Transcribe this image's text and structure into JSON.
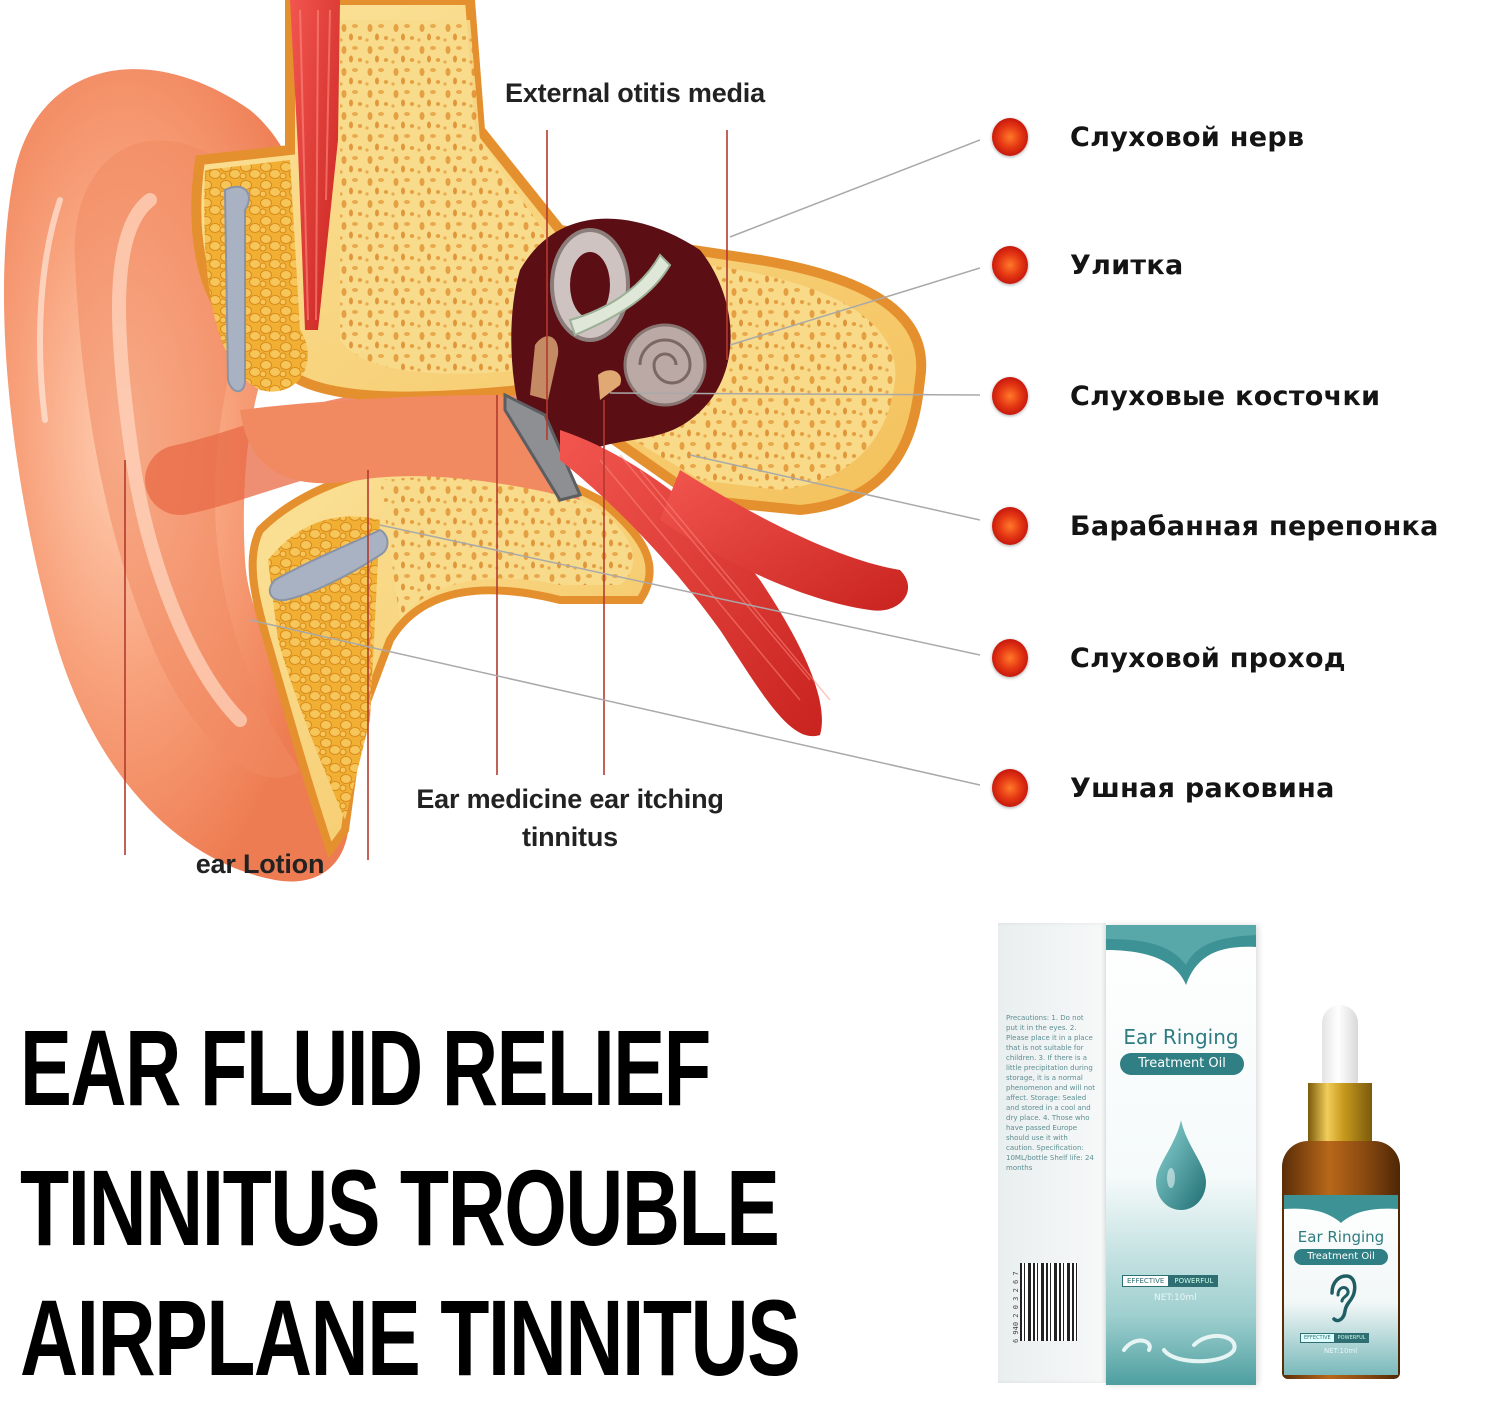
{
  "diagram": {
    "labels": {
      "external_otitis_media": "External otitis media",
      "ear_medicine": "Ear medicine ear itching",
      "ear_medicine_line2": "tinnitus",
      "ear_lotion": "ear Lotion"
    },
    "legend": [
      {
        "label": "Слуховой нерв"
      },
      {
        "label": "Улитка"
      },
      {
        "label": "Слуховые косточки"
      },
      {
        "label": "Барабанная перепонка"
      },
      {
        "label": "Слуховой проход"
      },
      {
        "label": "Ушная раковина"
      }
    ],
    "colors": {
      "bullet": "#d42a10",
      "leader_line": "#a9a9a9",
      "pointer_line": "#b33a2e",
      "skin": "#f59470",
      "bone": "#f7c96a",
      "muscle": "#e53b3b"
    }
  },
  "headline": {
    "lines": [
      "EAR FLUID RELIEF",
      "TINNITUS TROUBLE",
      "AIRPLANE TINNITUS"
    ]
  },
  "product": {
    "box": {
      "title": "Ear Ringing",
      "subtitle": "Treatment Oil",
      "badge_left": "EFFECTIVE",
      "badge_right": "POWERFUL",
      "net": "NET:10ml",
      "side_text": "Precautions: 1. Do not put it in the eyes. 2. Please place it in a place that is not suitable for children. 3. If there is a little precipitation during storage, it is a normal phenomenon and will not affect. Storage: Sealed and stored in a cool and dry place. 4. Those who have passed Europe should use it with caution. Specification: 10ML/bottle Shelf life: 24 months",
      "barcode": "6 940  2 0 3 2 6 7"
    },
    "bottle": {
      "title": "Ear Ringing",
      "subtitle": "Treatment Oil",
      "badge_left": "EFFECTIVE",
      "badge_right": "POWERFUL",
      "net": "NET:10ml"
    },
    "colors": {
      "teal": "#2f7f84",
      "teal_light": "#7fc3c6",
      "gold": "#c99a1e",
      "amber": "#8a4a10"
    }
  }
}
